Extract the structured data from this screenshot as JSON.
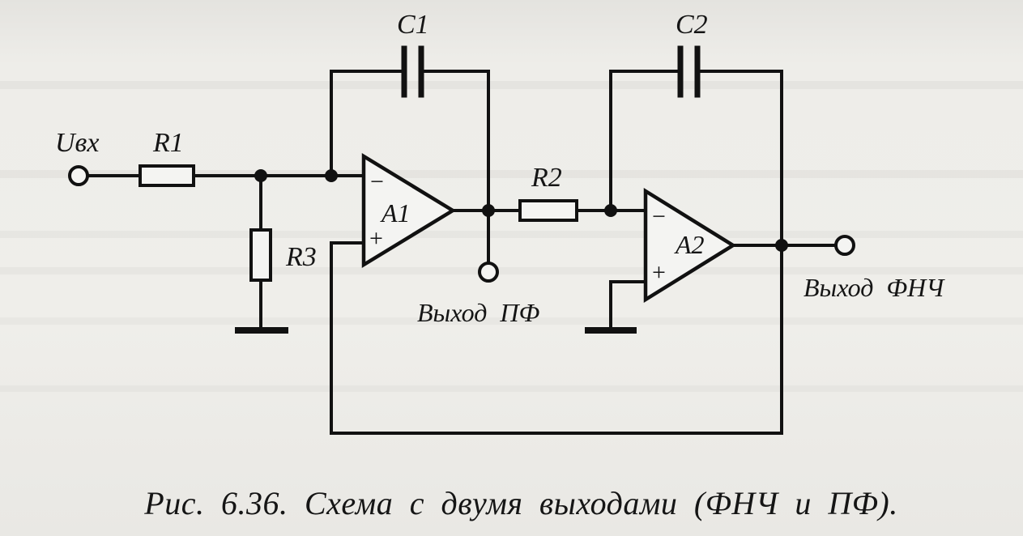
{
  "diagram": {
    "labels": {
      "input": "Uвх",
      "r1": "R1",
      "r2": "R2",
      "r3": "R3",
      "c1": "C1",
      "c2": "C2",
      "a1": "A1",
      "a2": "A2",
      "out_bandpass": "Выход ПФ",
      "out_lowpass": "Выход ФНЧ",
      "minus": "−",
      "plus": "+"
    }
  },
  "caption": "Рис. 6.36. Схема с двумя выходами  (ФНЧ и ПФ)."
}
